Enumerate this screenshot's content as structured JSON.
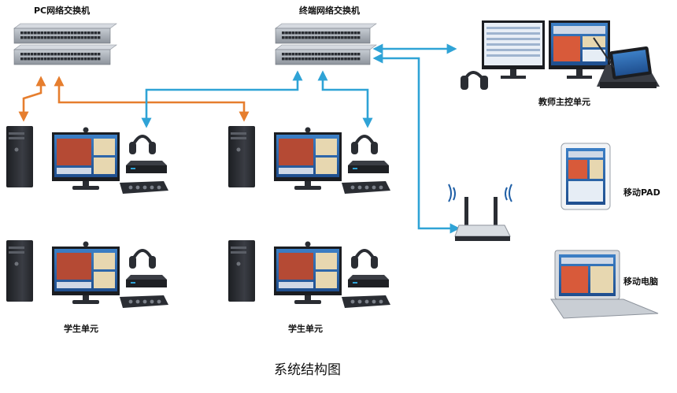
{
  "labels": {
    "pc_switch": "PC网络交换机",
    "terminal_switch": "终端网络交换机",
    "teacher_unit": "教师主控单元",
    "mobile_pad": "移动PAD",
    "mobile_laptop": "移动电脑",
    "student_unit_left": "学生单元",
    "student_unit_right": "学生单元"
  },
  "caption": "系统结构图",
  "colors": {
    "pc_link": "#e67e2e",
    "terminal_link": "#2fa3d6",
    "device_dark": "#2a2d33",
    "screen_blue": "#2d6fb8",
    "switch_body": "#a9afb8"
  }
}
